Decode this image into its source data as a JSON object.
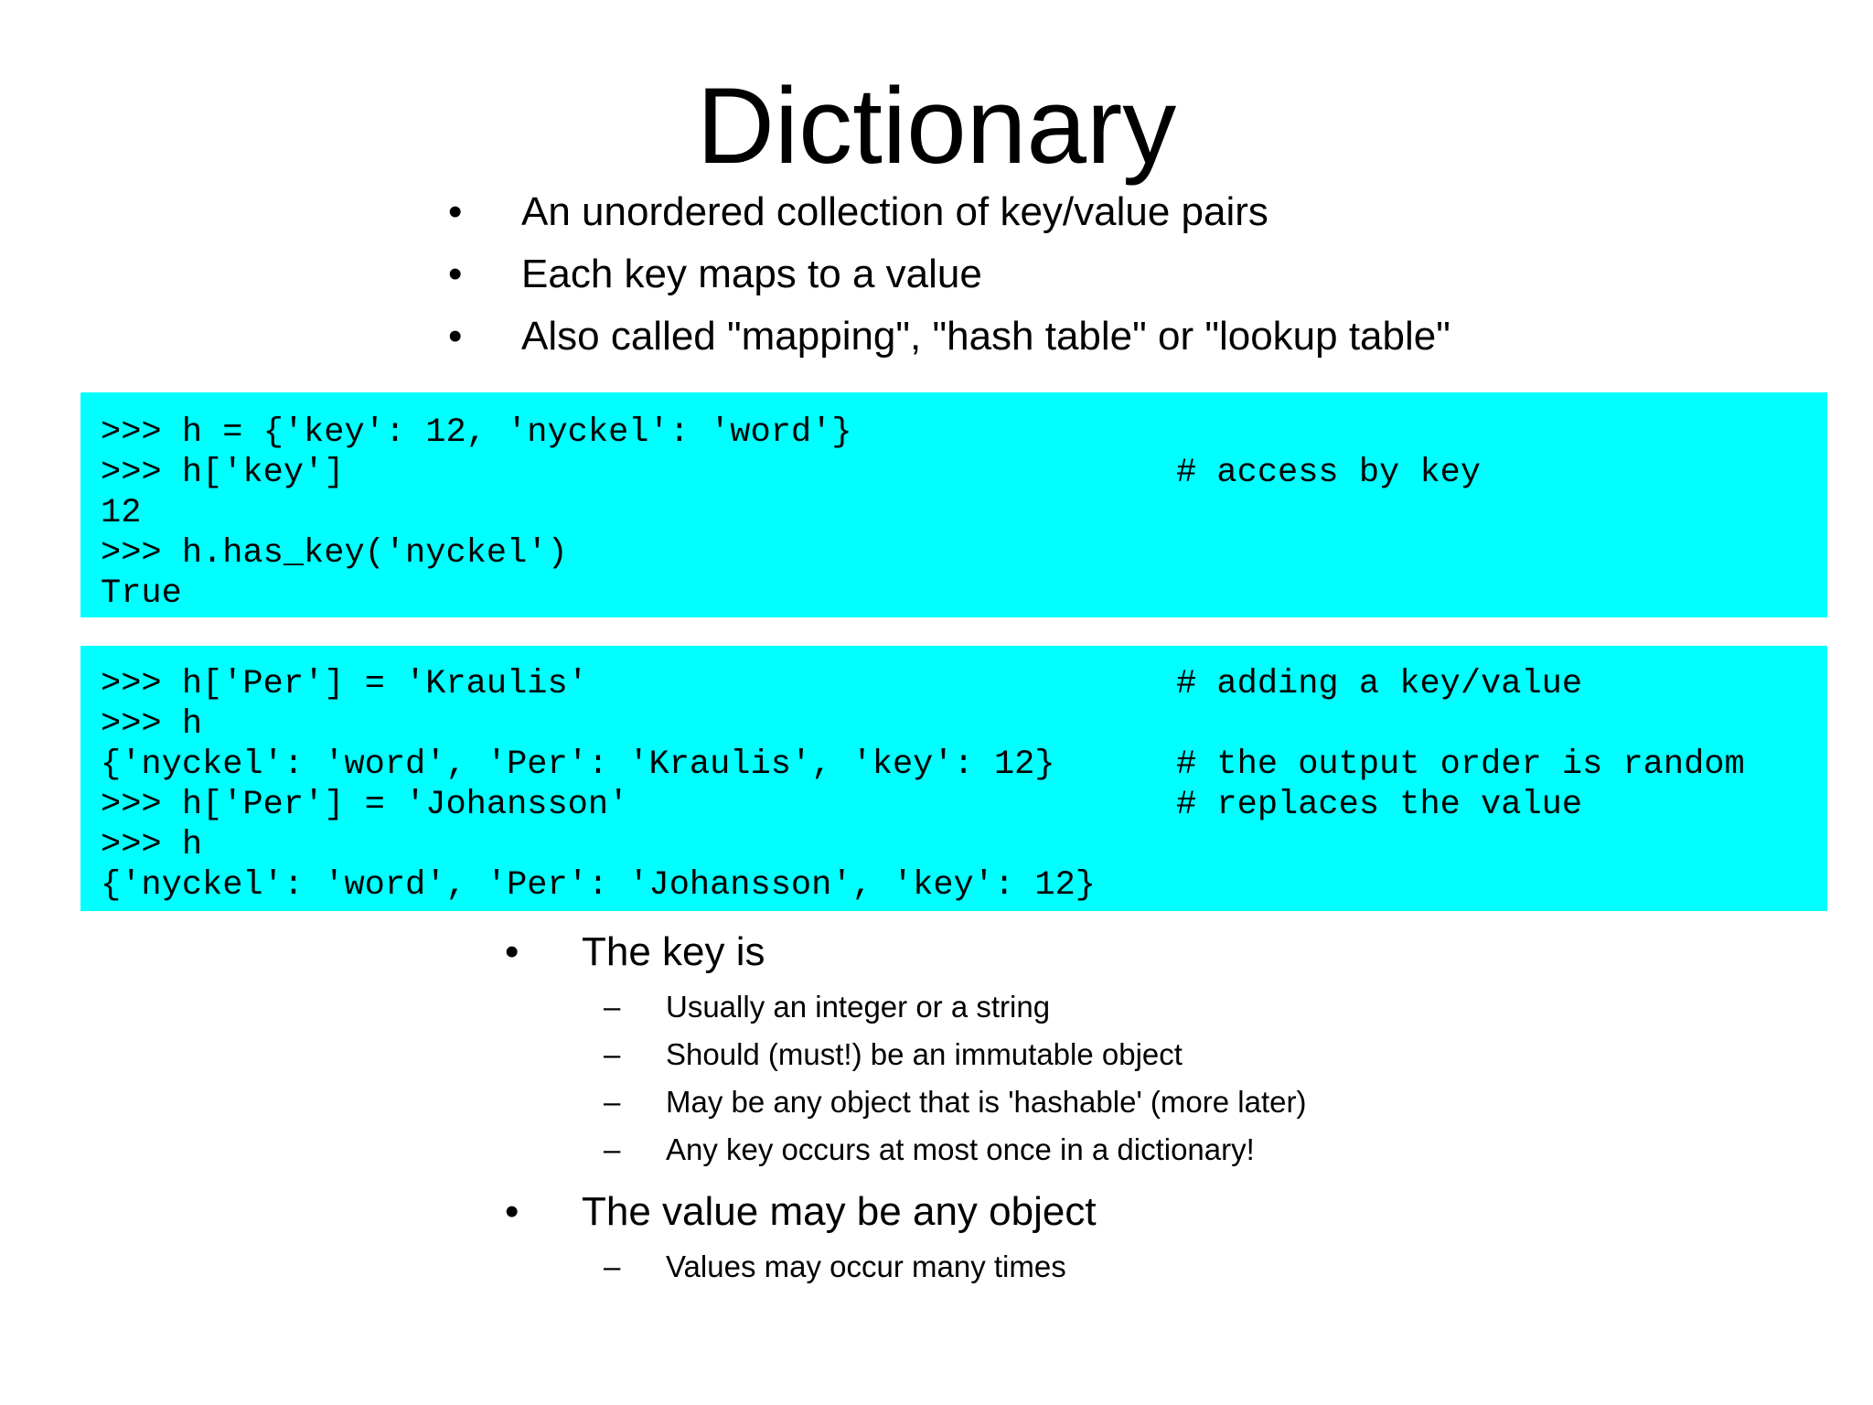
{
  "slide": {
    "title": "Dictionary",
    "intro_bullets": [
      "An unordered collection of key/value pairs",
      "Each key maps to a value",
      "Also called \"mapping\", \"hash table\" or \"lookup table\""
    ],
    "code_block_1": [
      {
        "code": ">>> h = {'key': 12, 'nyckel': 'word'}",
        "comment": ""
      },
      {
        "code": ">>> h['key']",
        "comment": "# access by key"
      },
      {
        "code": "12",
        "comment": ""
      },
      {
        "code": ">>> h.has_key('nyckel')",
        "comment": ""
      },
      {
        "code": "True",
        "comment": ""
      }
    ],
    "code_block_2": [
      {
        "code": ">>> h['Per'] = 'Kraulis'",
        "comment": "# adding a key/value"
      },
      {
        "code": ">>> h",
        "comment": ""
      },
      {
        "code": "{'nyckel': 'word', 'Per': 'Kraulis', 'key': 12}",
        "comment": "# the output order is random"
      },
      {
        "code": ">>> h['Per'] = 'Johansson'",
        "comment": "# replaces the value"
      },
      {
        "code": ">>> h",
        "comment": ""
      },
      {
        "code": "{'nyckel': 'word', 'Per': 'Johansson', 'key': 12}",
        "comment": ""
      }
    ],
    "key_bullet": {
      "text": "The key is",
      "sub": [
        "Usually an integer or a string",
        "Should (must!) be an immutable object",
        "May be any object that is 'hashable' (more later)",
        "Any key occurs at most once in a dictionary!"
      ]
    },
    "value_bullet": {
      "text": "The value may be any object",
      "sub": [
        "Values may occur many times"
      ]
    },
    "bullet_symbol": "•",
    "dash_symbol": "–",
    "code_background": "#00ffff"
  }
}
